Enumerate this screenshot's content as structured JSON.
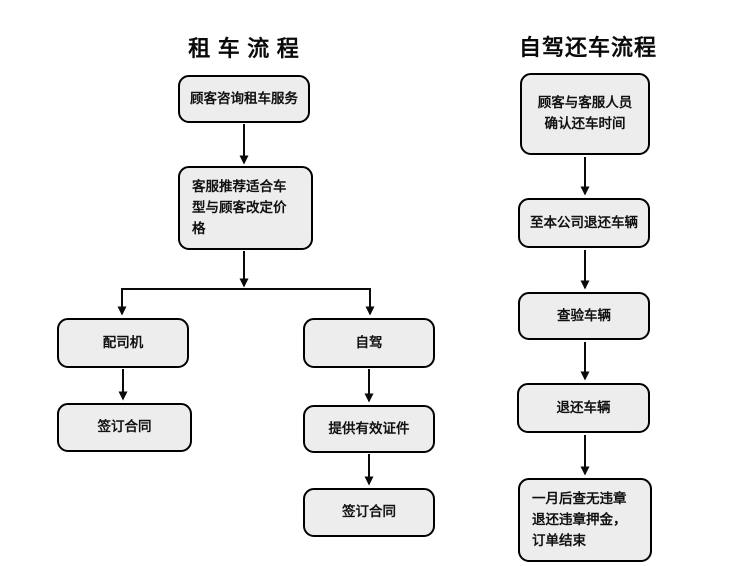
{
  "colors": {
    "background": "#ffffff",
    "node_fill": "#ededed",
    "node_border": "#000000",
    "arrow": "#0a0a0a",
    "text": "#111111"
  },
  "left_flow": {
    "title": "租 车 流 程",
    "nodes": {
      "inquiry": "顾客咨询租车服务",
      "recommend": "客服推荐适合车\n型与顾客改定价\n格",
      "with_driver": "配司机",
      "self_drive": "自驾",
      "sign_contract_driver": "签订合同",
      "provide_documents": "提供有效证件",
      "sign_contract_self": "签订合同"
    }
  },
  "right_flow": {
    "title": "自驾还车流程",
    "nodes": {
      "confirm_return_time": "顾客与客服人员\n确认还车时间",
      "return_to_company": "至本公司退还车辆",
      "inspect_vehicle": "查验车辆",
      "return_vehicle": "退还车辆",
      "deposit_refund": "一月后查无违章\n退还违章押金，\n订单结束"
    }
  }
}
